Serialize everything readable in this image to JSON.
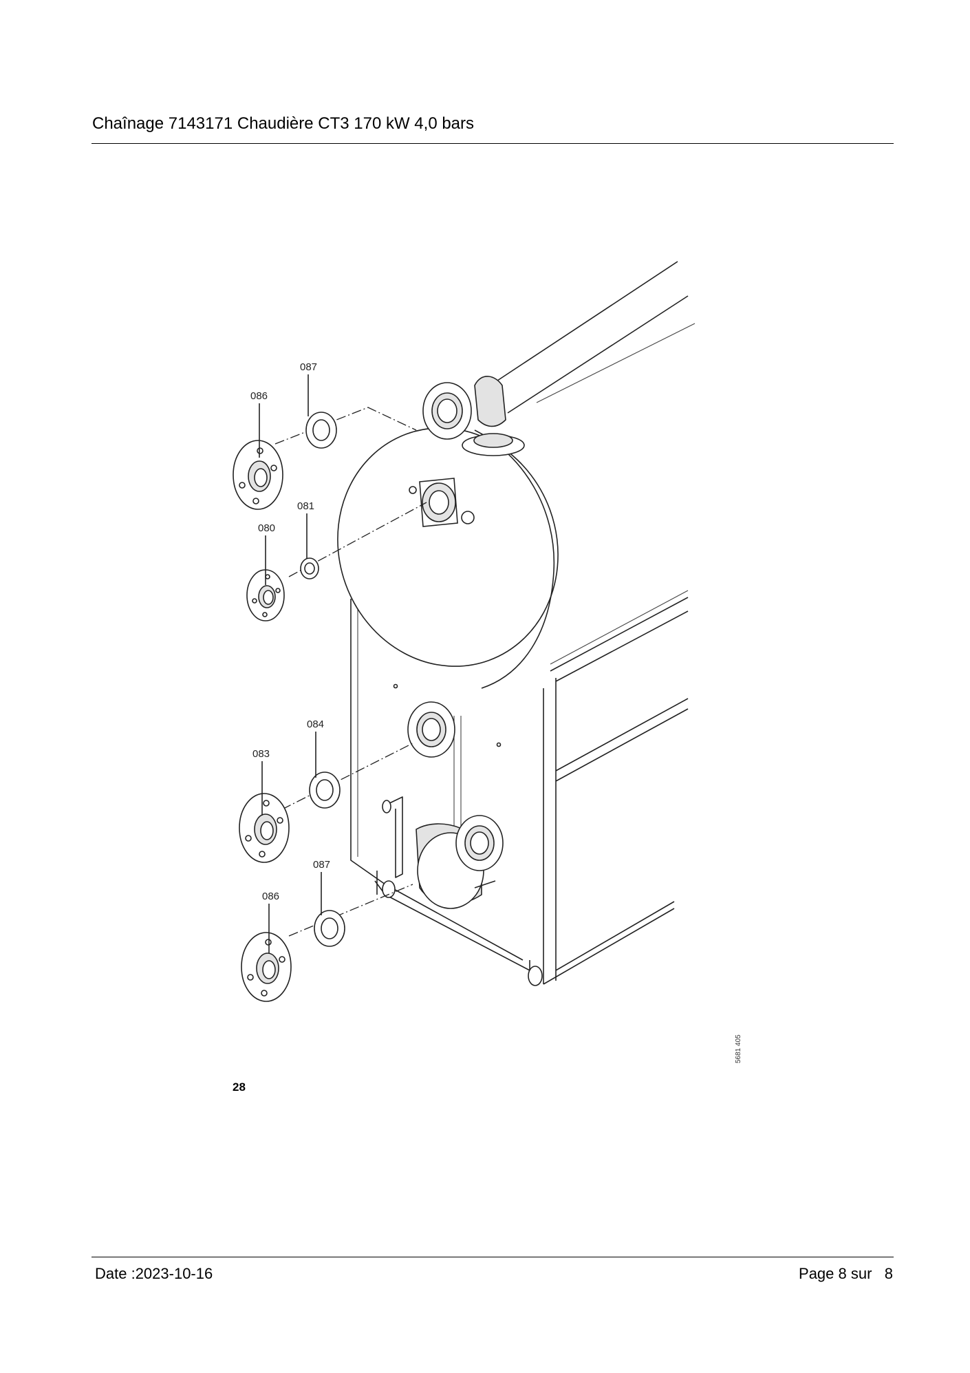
{
  "header": {
    "title": "Chaînage 7143171 Chaudière CT3 170 kW 4,0 bars"
  },
  "footer": {
    "date": "Date :2023-10-16",
    "page": "Page 8 sur   8"
  },
  "figure": {
    "number": "28",
    "reference": "5681 405",
    "callouts": [
      "087",
      "086",
      "081",
      "080",
      "084",
      "083",
      "087",
      "086"
    ]
  }
}
